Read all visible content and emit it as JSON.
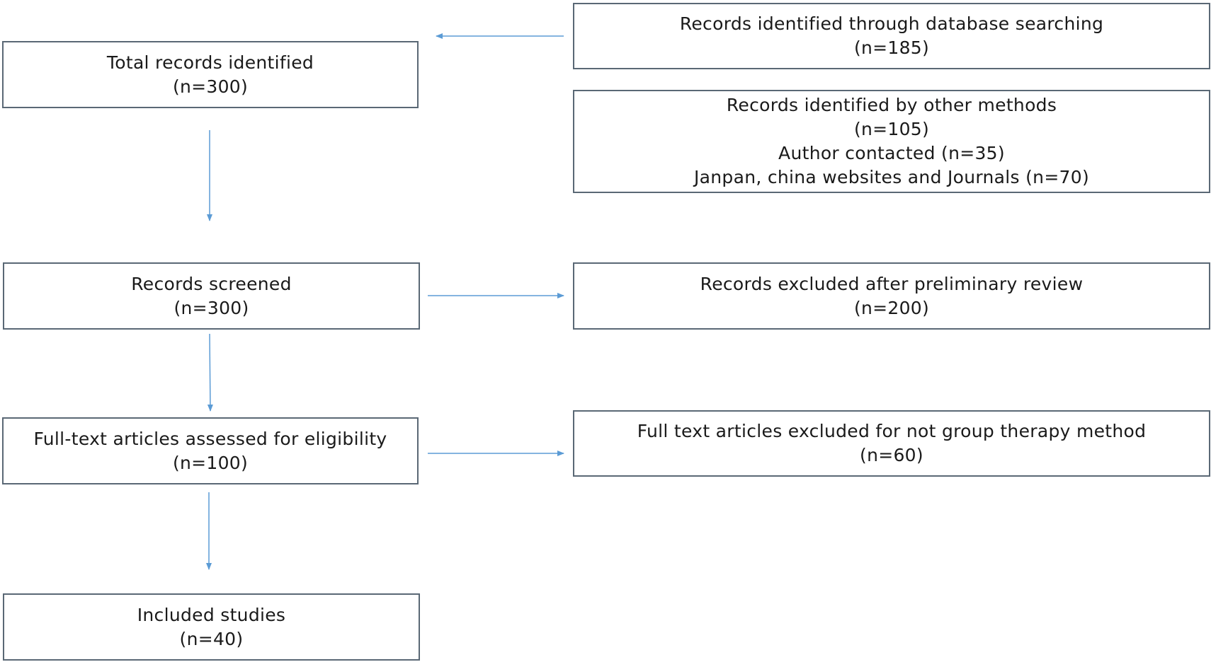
{
  "diagram": {
    "boxes": {
      "database_search": {
        "line1": "Records identified through database searching",
        "line2": "(n=185)"
      },
      "other_methods": {
        "line1": "Records identified by other methods",
        "line2": "(n=105)",
        "line3": "Author contacted (n=35)",
        "line4": "Janpan, china websites and Journals (n=70)"
      },
      "total_identified": {
        "line1": "Total records identified",
        "line2": "(n=300)"
      },
      "screened": {
        "line1": "Records screened",
        "line2": "(n=300)"
      },
      "excluded_preliminary": {
        "line1": "Records excluded after preliminary review",
        "line2": "(n=200)"
      },
      "full_text_assessed": {
        "line1": "Full-text articles assessed for eligibility",
        "line2": "(n=100)"
      },
      "full_text_excluded": {
        "line1": "Full text articles excluded for not group therapy method",
        "line2": "(n=60)"
      },
      "included": {
        "line1": "Included studies",
        "line2": "(n=40)"
      }
    },
    "colors": {
      "arrow": "#5b9bd5",
      "box_border": "#5a6875"
    }
  }
}
